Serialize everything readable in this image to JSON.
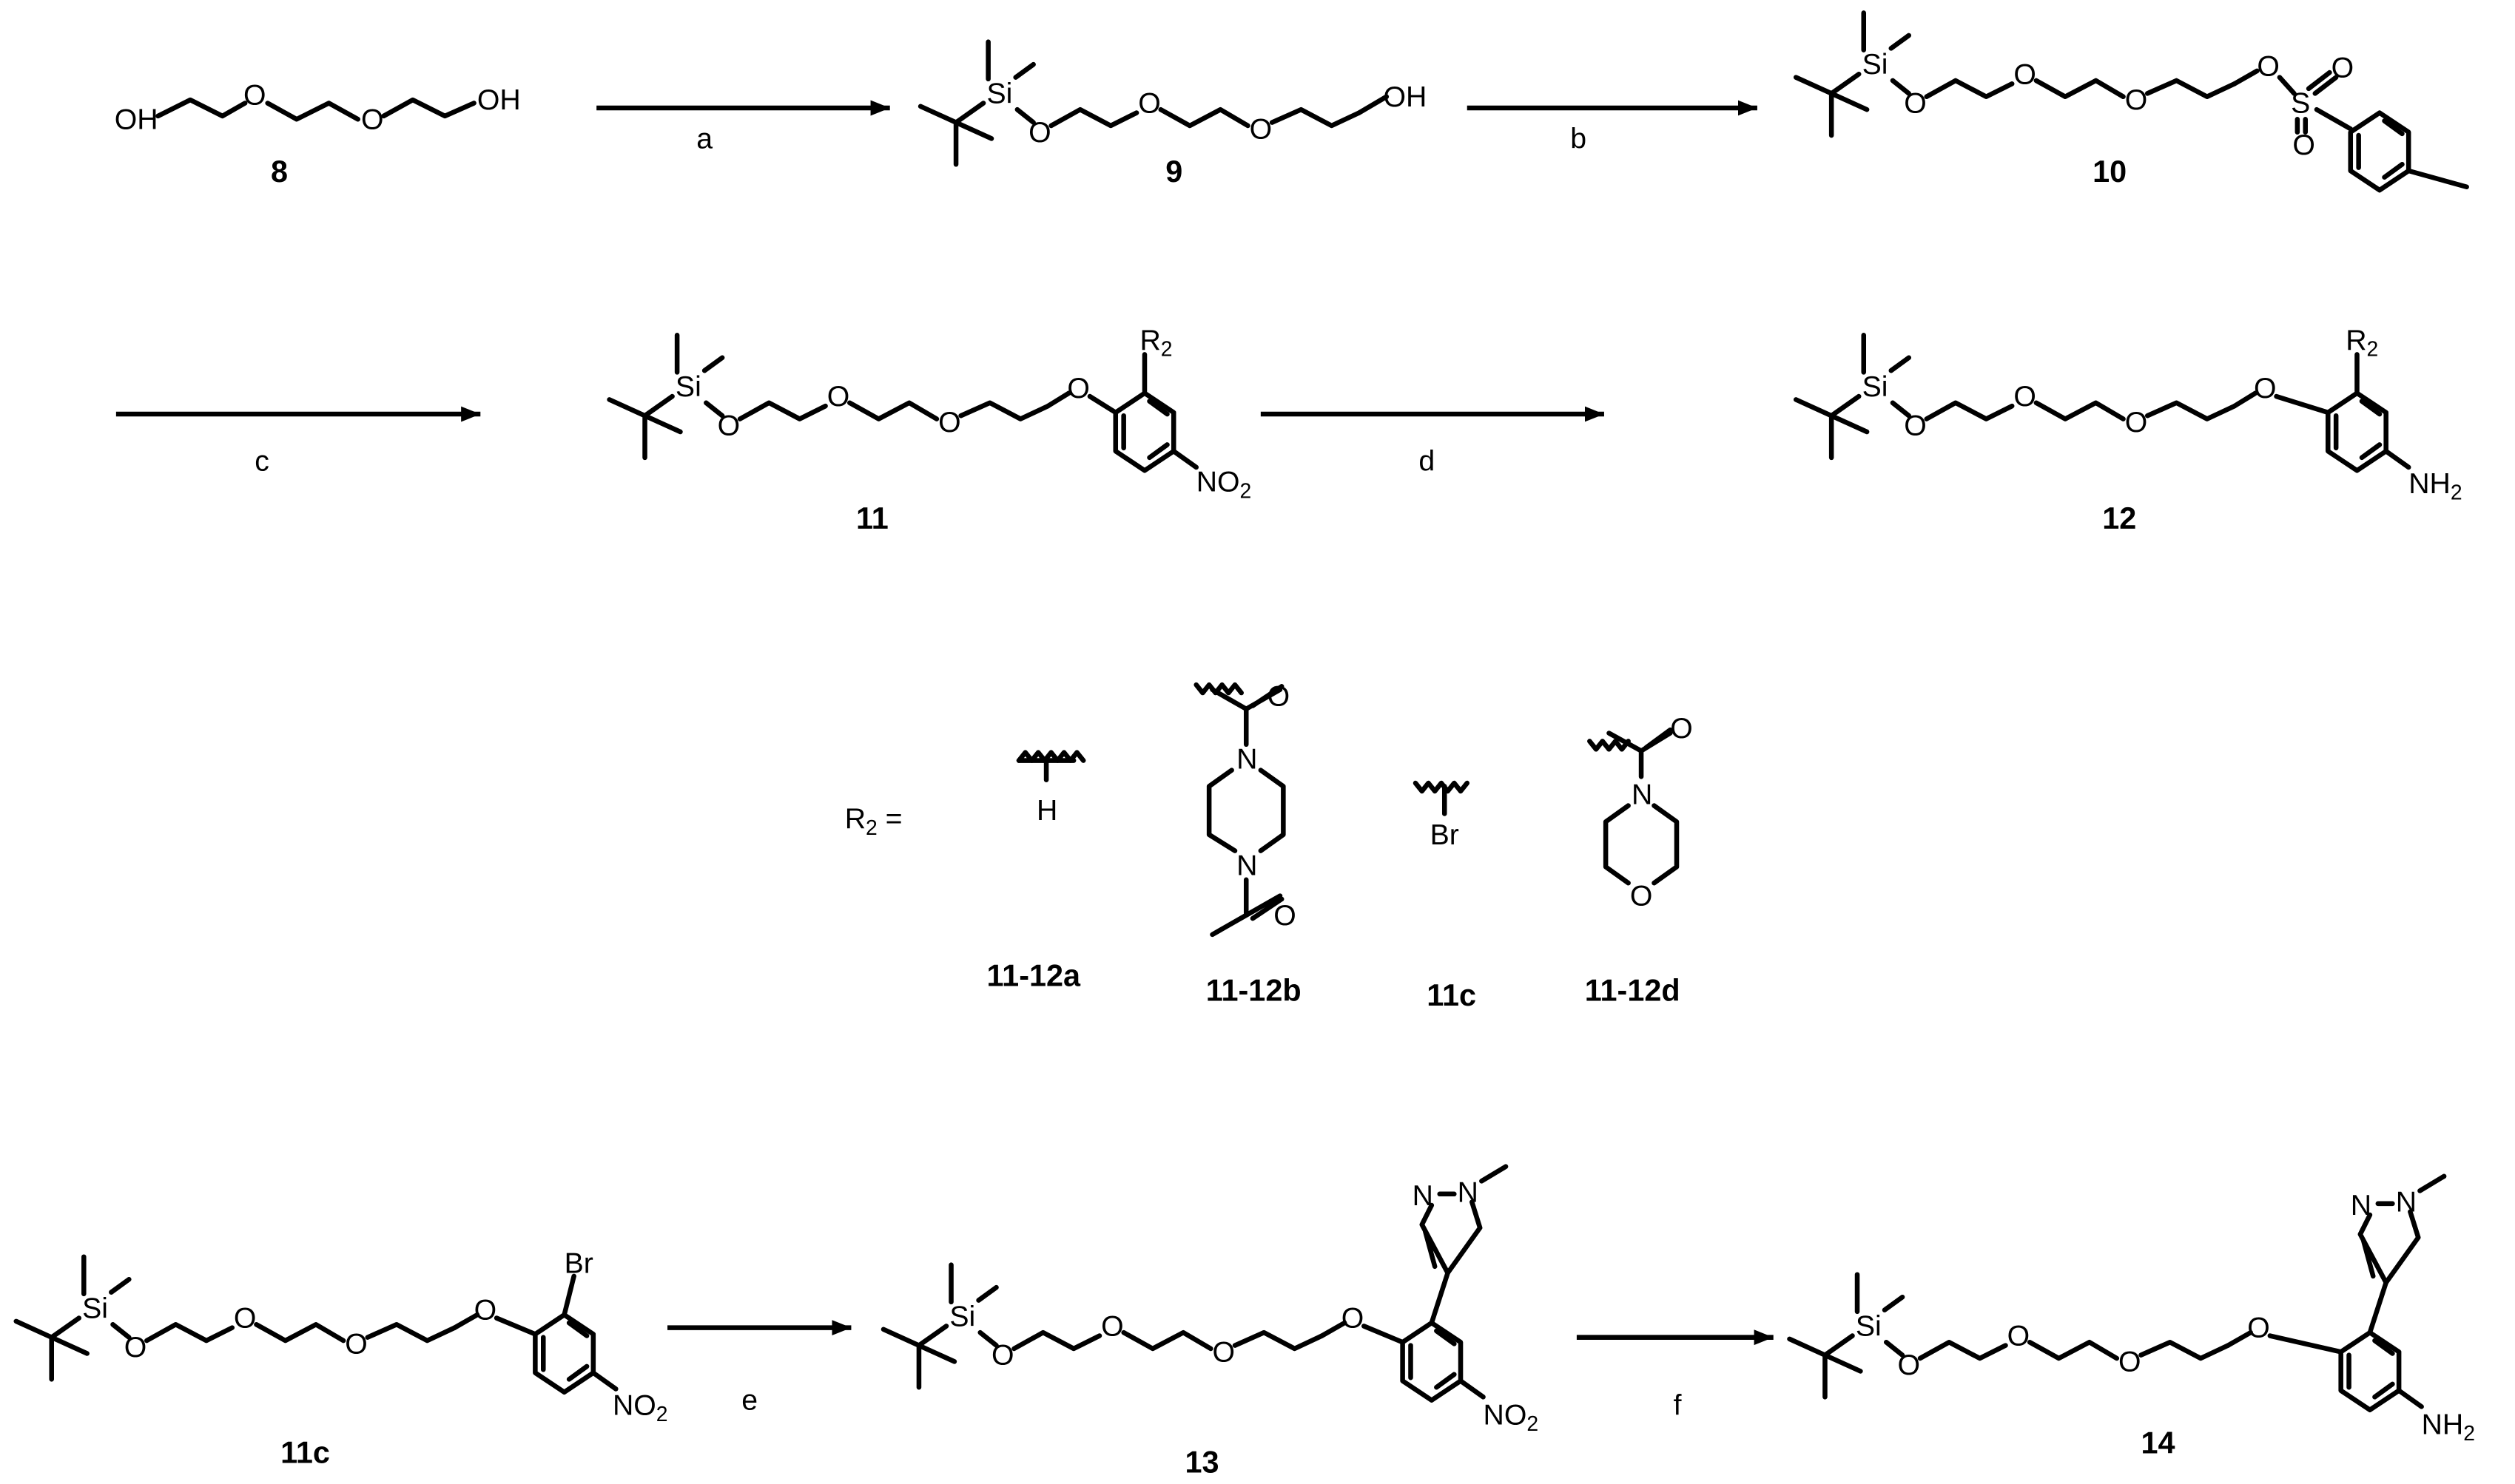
{
  "compounds": {
    "c8": "8",
    "c9": "9",
    "c10": "10",
    "c11": "11",
    "c12": "12",
    "c11c": "11c",
    "c13": "13",
    "c14": "14"
  },
  "conditions": {
    "a": "a",
    "b": "b",
    "c": "c",
    "d": "d",
    "e": "e",
    "f": "f"
  },
  "r2": {
    "prefix": "R",
    "prefix_sub": "2",
    "equals": " =",
    "options": [
      {
        "id": "11-12a",
        "atom": "H"
      },
      {
        "id": "11-12b"
      },
      {
        "id": "11c",
        "atom": "Br"
      },
      {
        "id": "11-12d"
      }
    ]
  },
  "atoms": {
    "oh": "OH",
    "ho": "OH",
    "o": "O",
    "si": "Si",
    "s": "S",
    "n": "N",
    "r": "R",
    "r_sub": "2",
    "no": "NO",
    "no_sub": "2",
    "nh": "NH",
    "nh_sub": "2",
    "br": "Br",
    "h": "H"
  }
}
